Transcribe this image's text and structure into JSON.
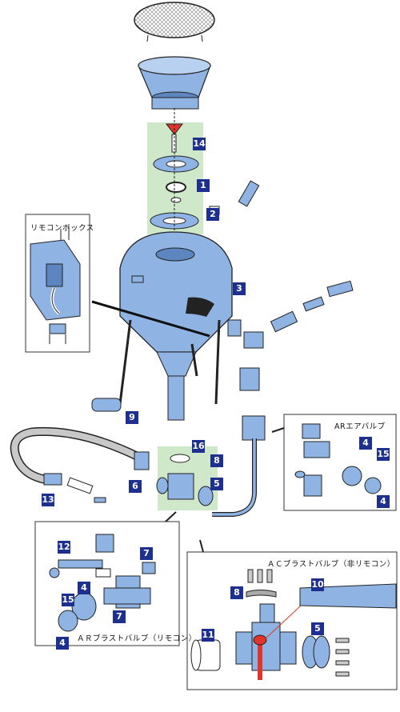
{
  "labels": {
    "remote_box": "リモコンボックス",
    "ar_air_valve": "ARエアバルブ",
    "ar_blast_valve_remote": "ＡＲブラストバルブ（リモコン）",
    "ac_blast_valve_nonremote": "ＡＣブラストバルブ（非リモコン）"
  },
  "badges": {
    "b1": "1",
    "b2": "2",
    "b3": "3",
    "b4a": "4",
    "b4b": "4",
    "b4c": "4",
    "b5a": "5",
    "b5b": "5",
    "b6": "6",
    "b7a": "7",
    "b7b": "7",
    "b8a": "8",
    "b8b": "8",
    "b9": "9",
    "b10": "10",
    "b11": "11",
    "b12": "12",
    "b13": "13",
    "b14": "14",
    "b15a": "15",
    "b15b": "15",
    "b16": "16"
  },
  "colors": {
    "part_blue": "#8fb4e3",
    "part_blue_dark": "#5d86c0",
    "highlight_green": "#cfe8c9",
    "badge_navy": "#1d2f8f",
    "handle_red": "#e0342c"
  }
}
